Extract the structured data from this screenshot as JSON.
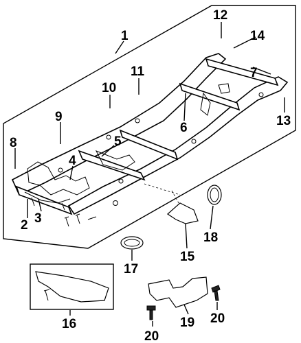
{
  "callouts": [
    {
      "id": "c1",
      "text": "1"
    },
    {
      "id": "c2",
      "text": "2"
    },
    {
      "id": "c3",
      "text": "3"
    },
    {
      "id": "c4",
      "text": "4"
    },
    {
      "id": "c5",
      "text": "5"
    },
    {
      "id": "c6",
      "text": "6"
    },
    {
      "id": "c7",
      "text": "7"
    },
    {
      "id": "c8",
      "text": "8"
    },
    {
      "id": "c9",
      "text": "9"
    },
    {
      "id": "c10",
      "text": "10"
    },
    {
      "id": "c11",
      "text": "11"
    },
    {
      "id": "c12",
      "text": "12"
    },
    {
      "id": "c13",
      "text": "13"
    },
    {
      "id": "c14",
      "text": "14"
    },
    {
      "id": "c15",
      "text": "15"
    },
    {
      "id": "c16",
      "text": "16"
    },
    {
      "id": "c17",
      "text": "17"
    },
    {
      "id": "c18",
      "text": "18"
    },
    {
      "id": "c19",
      "text": "19"
    },
    {
      "id": "c20a",
      "text": "20"
    },
    {
      "id": "c20b",
      "text": "20"
    }
  ]
}
